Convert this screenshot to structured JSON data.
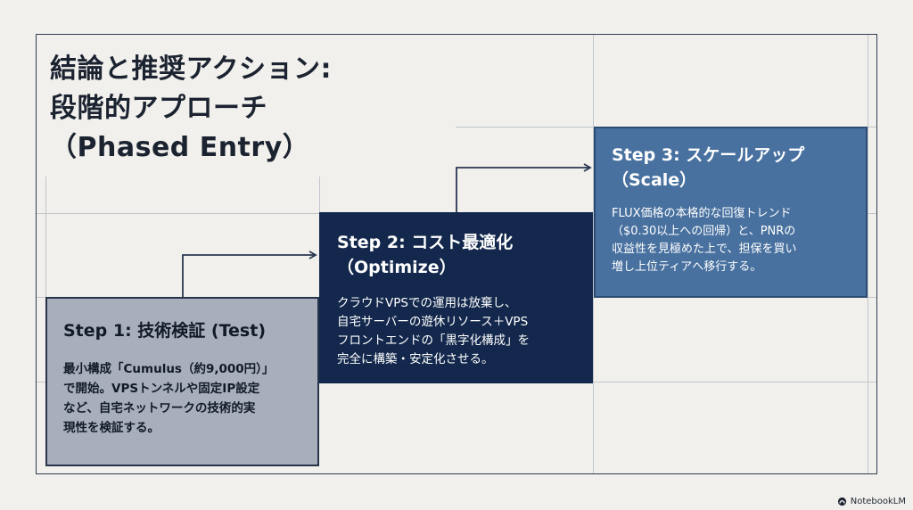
{
  "title": {
    "lines": [
      "結論と推奨アクション:",
      "段階的アプローチ",
      "（Phased Entry）"
    ]
  },
  "steps": [
    {
      "title_lines": [
        "Step 1: 技術検証 (Test)"
      ],
      "desc_lines": [
        "最小構成「Cumulus（約9,000円）」",
        "で開始。VPSトンネルや固定IP設定",
        "など、自宅ネットワークの技術的実",
        "現性を検証する。"
      ]
    },
    {
      "title_lines": [
        "Step 2: コスト最適化",
        "（Optimize）"
      ],
      "desc_lines": [
        "クラウドVPSでの運用は放棄し、",
        "自宅サーバーの遊休リソース＋VPS",
        "フロントエンドの「黒字化構成」を",
        "完全に構築・安定化させる。"
      ]
    },
    {
      "title_lines": [
        "Step 3: スケールアップ",
        "（Scale）"
      ],
      "desc_lines": [
        "FLUX価格の本格的な回復トレンド",
        "（$0.30以上への回帰）と、PNRの",
        "収益性を見極めた上で、担保を買い",
        "増し上位ティアへ移行する。"
      ]
    }
  ],
  "branding": {
    "label": "NotebookLM"
  }
}
